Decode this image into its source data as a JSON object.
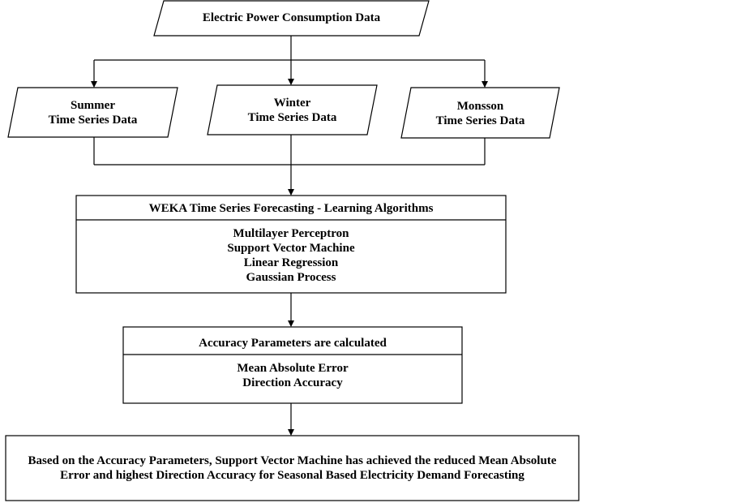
{
  "diagram": {
    "source": {
      "label": "Electric Power Consumption Data"
    },
    "seasons": [
      {
        "line1": "Summer",
        "line2": "Time Series Data"
      },
      {
        "line1": "Winter",
        "line2": "Time Series Data"
      },
      {
        "line1": "Monsson",
        "line2": "Time Series Data"
      }
    ],
    "weka": {
      "header": "WEKA Time Series Forecasting - Learning Algorithms",
      "items": [
        "Multilayer Perceptron",
        "Support Vector Machine",
        "Linear Regression",
        "Gaussian Process"
      ]
    },
    "accuracy": {
      "header": "Accuracy Parameters are calculated",
      "items": [
        "Mean Absolute Error",
        "Direction Accuracy"
      ]
    },
    "conclusion": {
      "line1": "Based on the Accuracy Parameters, Support Vector Machine has achieved the reduced Mean Absolute",
      "line2": "Error and highest Direction Accuracy for Seasonal Based Electricity Demand Forecasting"
    }
  }
}
